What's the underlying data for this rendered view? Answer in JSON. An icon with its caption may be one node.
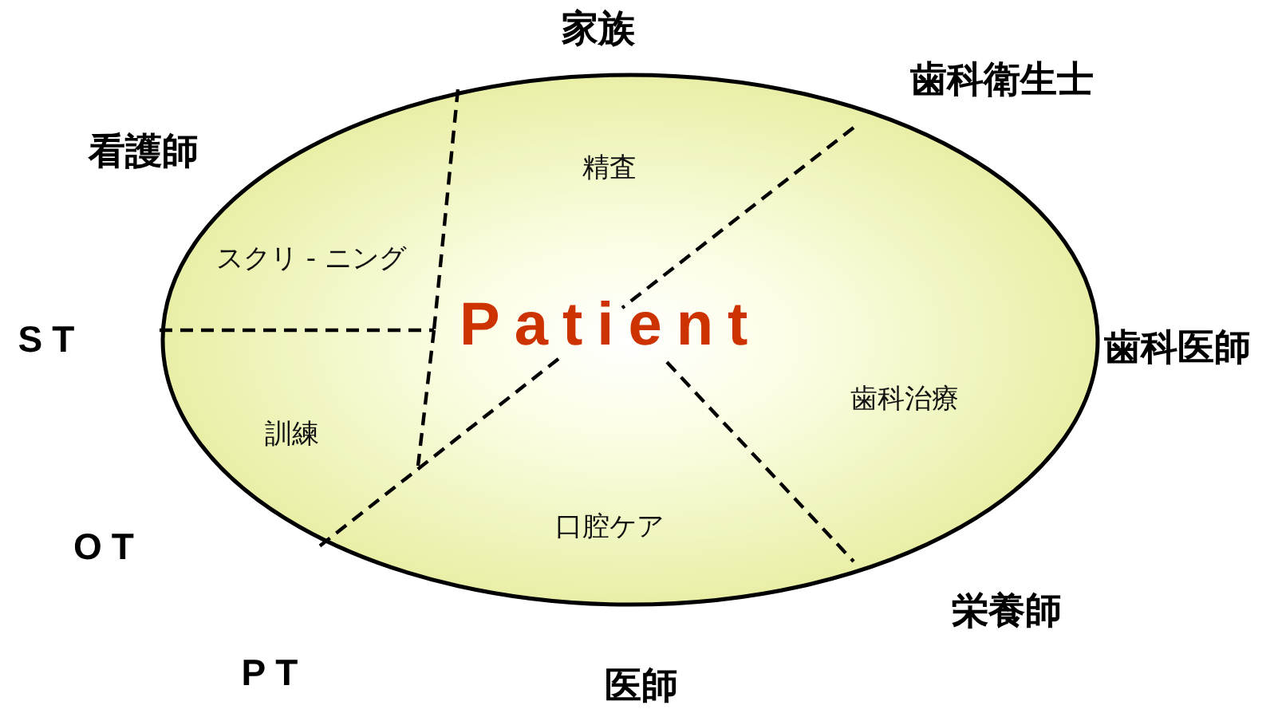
{
  "diagram": {
    "nodes": [
      {
        "text": [
          "Patient"
        ]
      }
    ],
    "edges": [],
    "labels": [
      "家族",
      "歯科衛生士",
      "看護師",
      "精査",
      "スクリ - ニング",
      "ST",
      "歯科医師",
      "歯科治療",
      "訓練",
      "OT",
      "口腔ケア",
      "栄養師",
      "PT",
      "医師"
    ]
  }
}
